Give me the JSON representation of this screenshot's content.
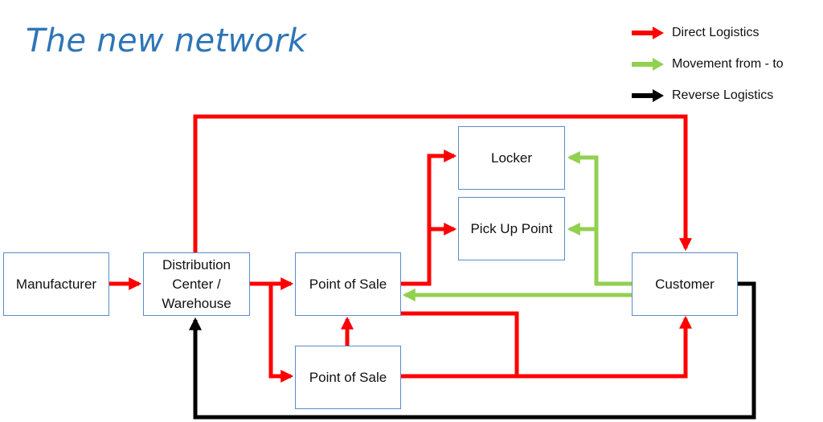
{
  "title": "The new network",
  "legend": {
    "items": [
      {
        "label": "Direct Logistics",
        "color": "#ff0000"
      },
      {
        "label": "Movement from - to",
        "color": "#92d050"
      },
      {
        "label": "Reverse Logistics",
        "color": "#000000"
      }
    ]
  },
  "nodes": {
    "manufacturer": "Manufacturer",
    "distribution_center": "Distribution Center / Warehouse",
    "point_of_sale_1": "Point of Sale",
    "point_of_sale_2": "Point of Sale",
    "locker": "Locker",
    "pick_up_point": "Pick Up Point",
    "customer": "Customer"
  },
  "colors": {
    "direct": "#ff0000",
    "movement": "#92d050",
    "reverse": "#000000",
    "node_border": "#5b8bc9",
    "title": "#2e75b6"
  }
}
